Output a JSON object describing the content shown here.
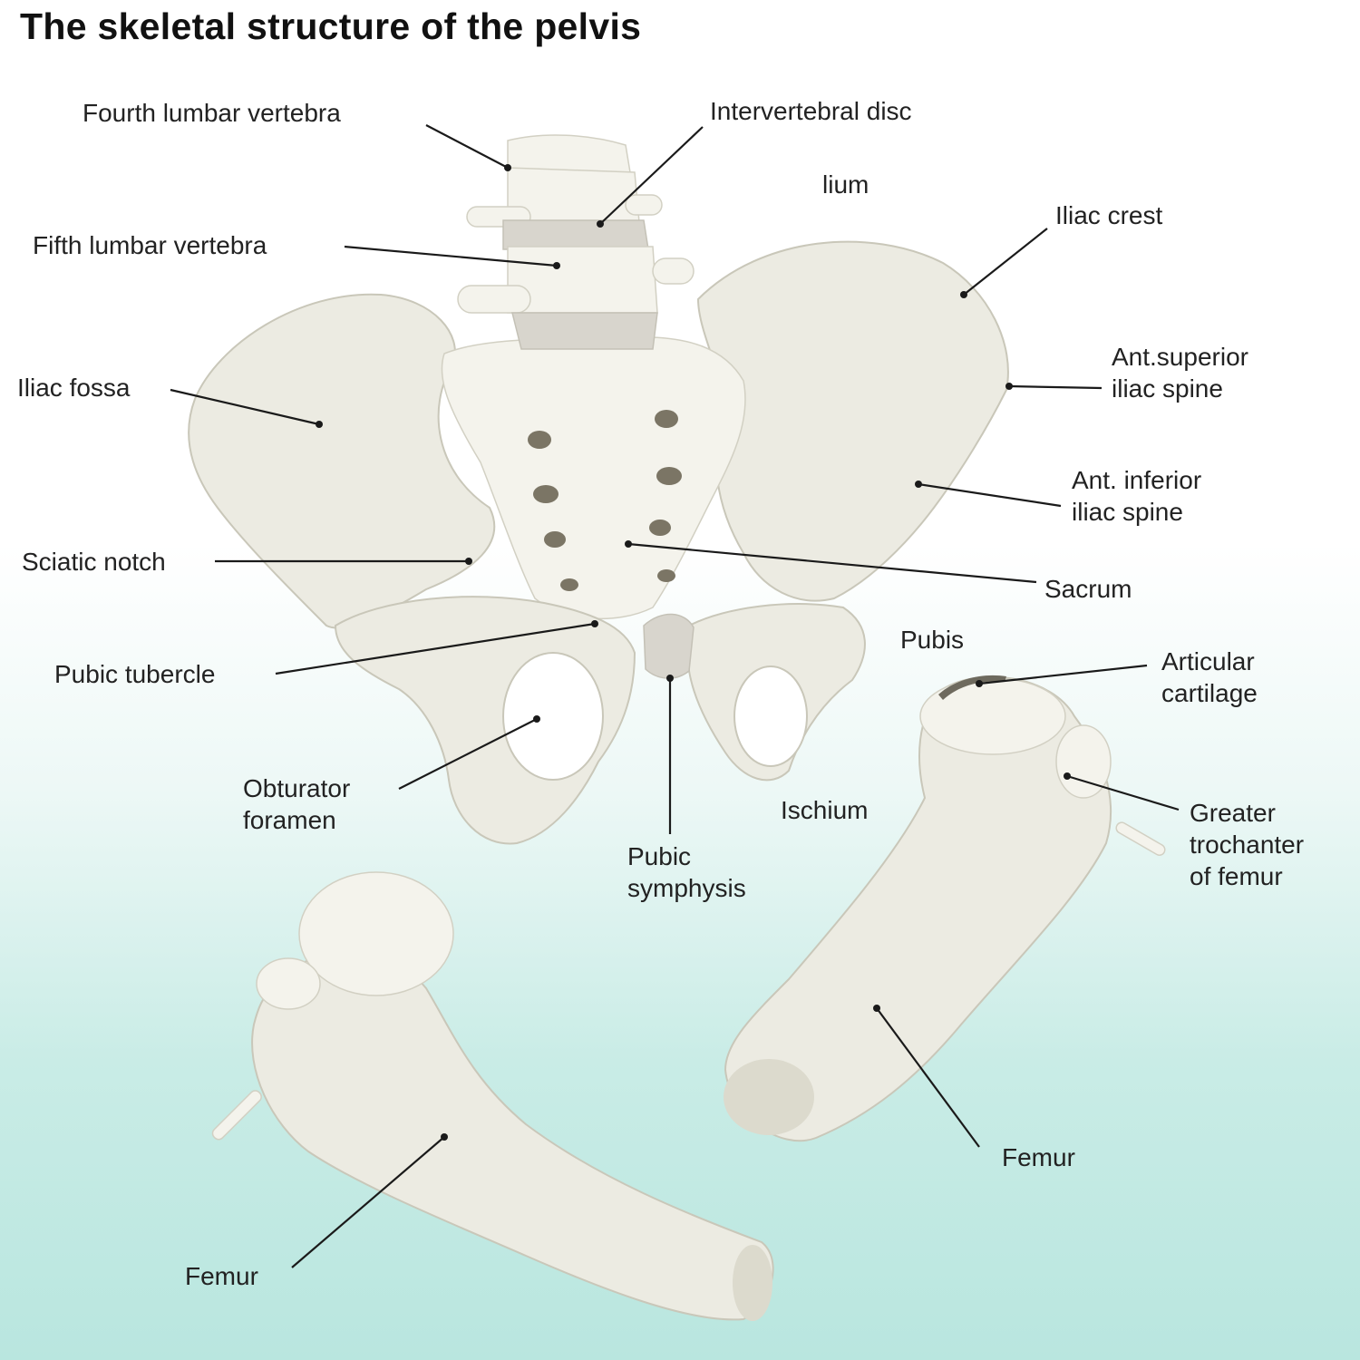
{
  "title": "The skeletal structure of the pelvis",
  "labels": {
    "fourth_lumbar_vertebra": "Fourth lumbar vertebra",
    "intervertebral_disc": "Intervertebral disc",
    "ilium": "lium",
    "iliac_crest": "Iliac crest",
    "fifth_lumbar_vertebra": "Fifth lumbar vertebra",
    "iliac_fossa": "Iliac fossa",
    "ant_superior_iliac_spine": "Ant.superior\niliac spine",
    "ant_inferior_iliac_spine": "Ant. inferior\niliac spine",
    "sciatic_notch": "Sciatic notch",
    "sacrum": "Sacrum",
    "pubis": "Pubis",
    "pubic_tubercle": "Pubic tubercle",
    "articular_cartilage": "Articular\ncartilage",
    "obturator_foramen": "Obturator\nforamen",
    "ischium": "Ischium",
    "greater_trochanter_of_femur": "Greater\ntrochanter\nof femur",
    "pubic_symphysis": "Pubic\nsymphysis",
    "femur_right": "Femur",
    "femur_left": "Femur"
  },
  "colors": {
    "bone": "#ecebe2",
    "disc": "#d8d5cd",
    "background_bottom": "#b9e6df",
    "leader": "#1a1a1a"
  }
}
